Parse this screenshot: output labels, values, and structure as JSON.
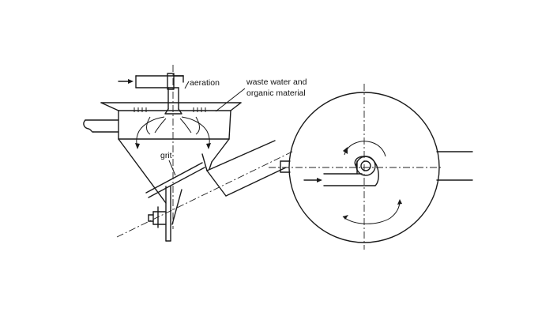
{
  "labels": {
    "aeration": "aeration",
    "wastewater_line1": "waste water and",
    "wastewater_line2": "organic material",
    "grit": "grit"
  },
  "colors": {
    "line": "#1a1a1a",
    "background": "#ffffff"
  }
}
